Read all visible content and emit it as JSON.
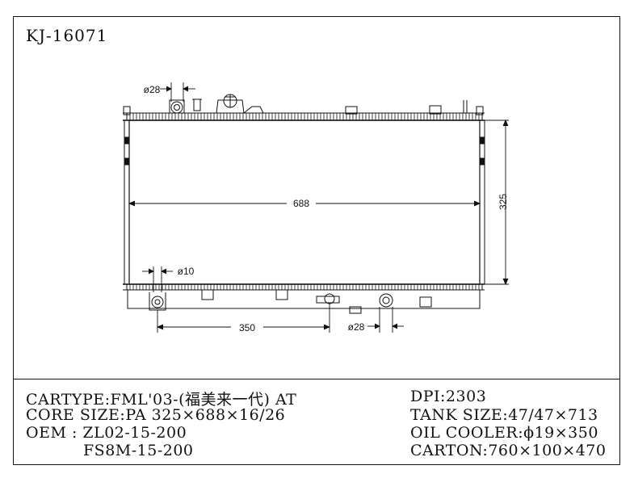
{
  "part_code": "KJ-16071",
  "dimensions": {
    "inlet_diameter": "ø28",
    "core_width": "688",
    "core_height": "325",
    "drain_diameter": "ø10",
    "pipe_spacing": "350",
    "outlet_diameter": "ø28"
  },
  "specs_left": {
    "cartype": "CARTYPE:FML'03-(福美来一代) AT",
    "core_size": "CORE SIZE:PA 325×688×16/26",
    "oem_line1": "OEM : ZL02-15-200",
    "oem_line2": "FS8M-15-200"
  },
  "specs_right": {
    "dpi": "DPI:2303",
    "tank_size": "TANK SIZE:47/47×713",
    "oil_cooler": "OIL COOLER:ϕ19×350",
    "carton": "CARTON:760×100×470"
  }
}
